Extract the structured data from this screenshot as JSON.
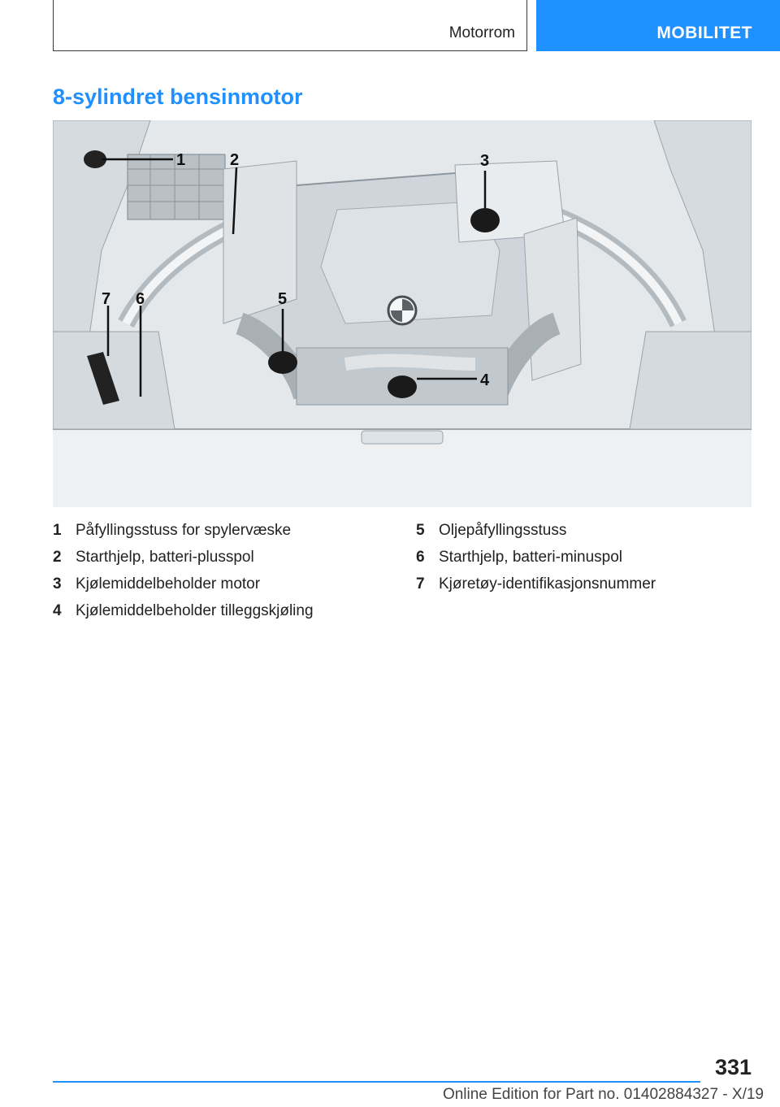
{
  "header": {
    "section": "Motorrom",
    "tab": "MOBILITET"
  },
  "title": "8-sylindret bensinmotor",
  "figure": {
    "callouts": [
      "1",
      "2",
      "3",
      "4",
      "5",
      "6",
      "7"
    ],
    "colors": {
      "accent": "#1e90ff",
      "callout": "#111111",
      "engine": "#cfd5da",
      "bay": "#e8ecef"
    }
  },
  "legend": {
    "left": [
      {
        "num": "1",
        "text": "Påfyllingsstuss for spylervæske"
      },
      {
        "num": "2",
        "text": "Starthjelp, batteri-plusspol"
      },
      {
        "num": "3",
        "text": "Kjølemiddelbeholder motor"
      },
      {
        "num": "4",
        "text": "Kjølemiddelbeholder tilleggskjøling"
      }
    ],
    "right": [
      {
        "num": "5",
        "text": "Oljepåfyllingsstuss"
      },
      {
        "num": "6",
        "text": "Starthjelp, batteri-minuspol"
      },
      {
        "num": "7",
        "text": "Kjøretøy-identifikasjonsnummer"
      }
    ]
  },
  "footer": {
    "page_number": "331",
    "edition": "Online Edition for Part no. 01402884327 - X/19"
  }
}
